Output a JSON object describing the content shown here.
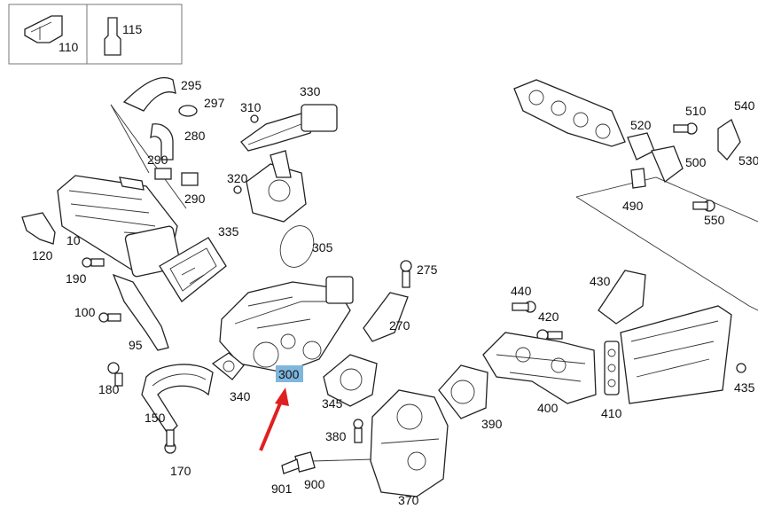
{
  "callouts": {
    "p110": "110",
    "p115": "115",
    "p295": "295",
    "p297": "297",
    "p280": "280",
    "p290a": "290",
    "p290b": "290",
    "p310": "310",
    "p330": "330",
    "p320": "320",
    "p335": "335",
    "p305": "305",
    "p10": "10",
    "p120": "120",
    "p190": "190",
    "p100": "100",
    "p95": "95",
    "p180": "180",
    "p150": "150",
    "p170": "170",
    "p340": "340",
    "p300": "300",
    "p275": "275",
    "p270": "270",
    "p345": "345",
    "p380": "380",
    "p370": "370",
    "p901": "901",
    "p900": "900",
    "p390": "390",
    "p440": "440",
    "p420": "420",
    "p430": "430",
    "p400": "400",
    "p410": "410",
    "p435": "435",
    "p520": "520",
    "p510": "510",
    "p540": "540",
    "p500": "500",
    "p530": "530",
    "p490": "490",
    "p550": "550"
  },
  "highlight": {
    "part": "300",
    "color": "#7fb6de",
    "arrow_color": "#e02020"
  }
}
